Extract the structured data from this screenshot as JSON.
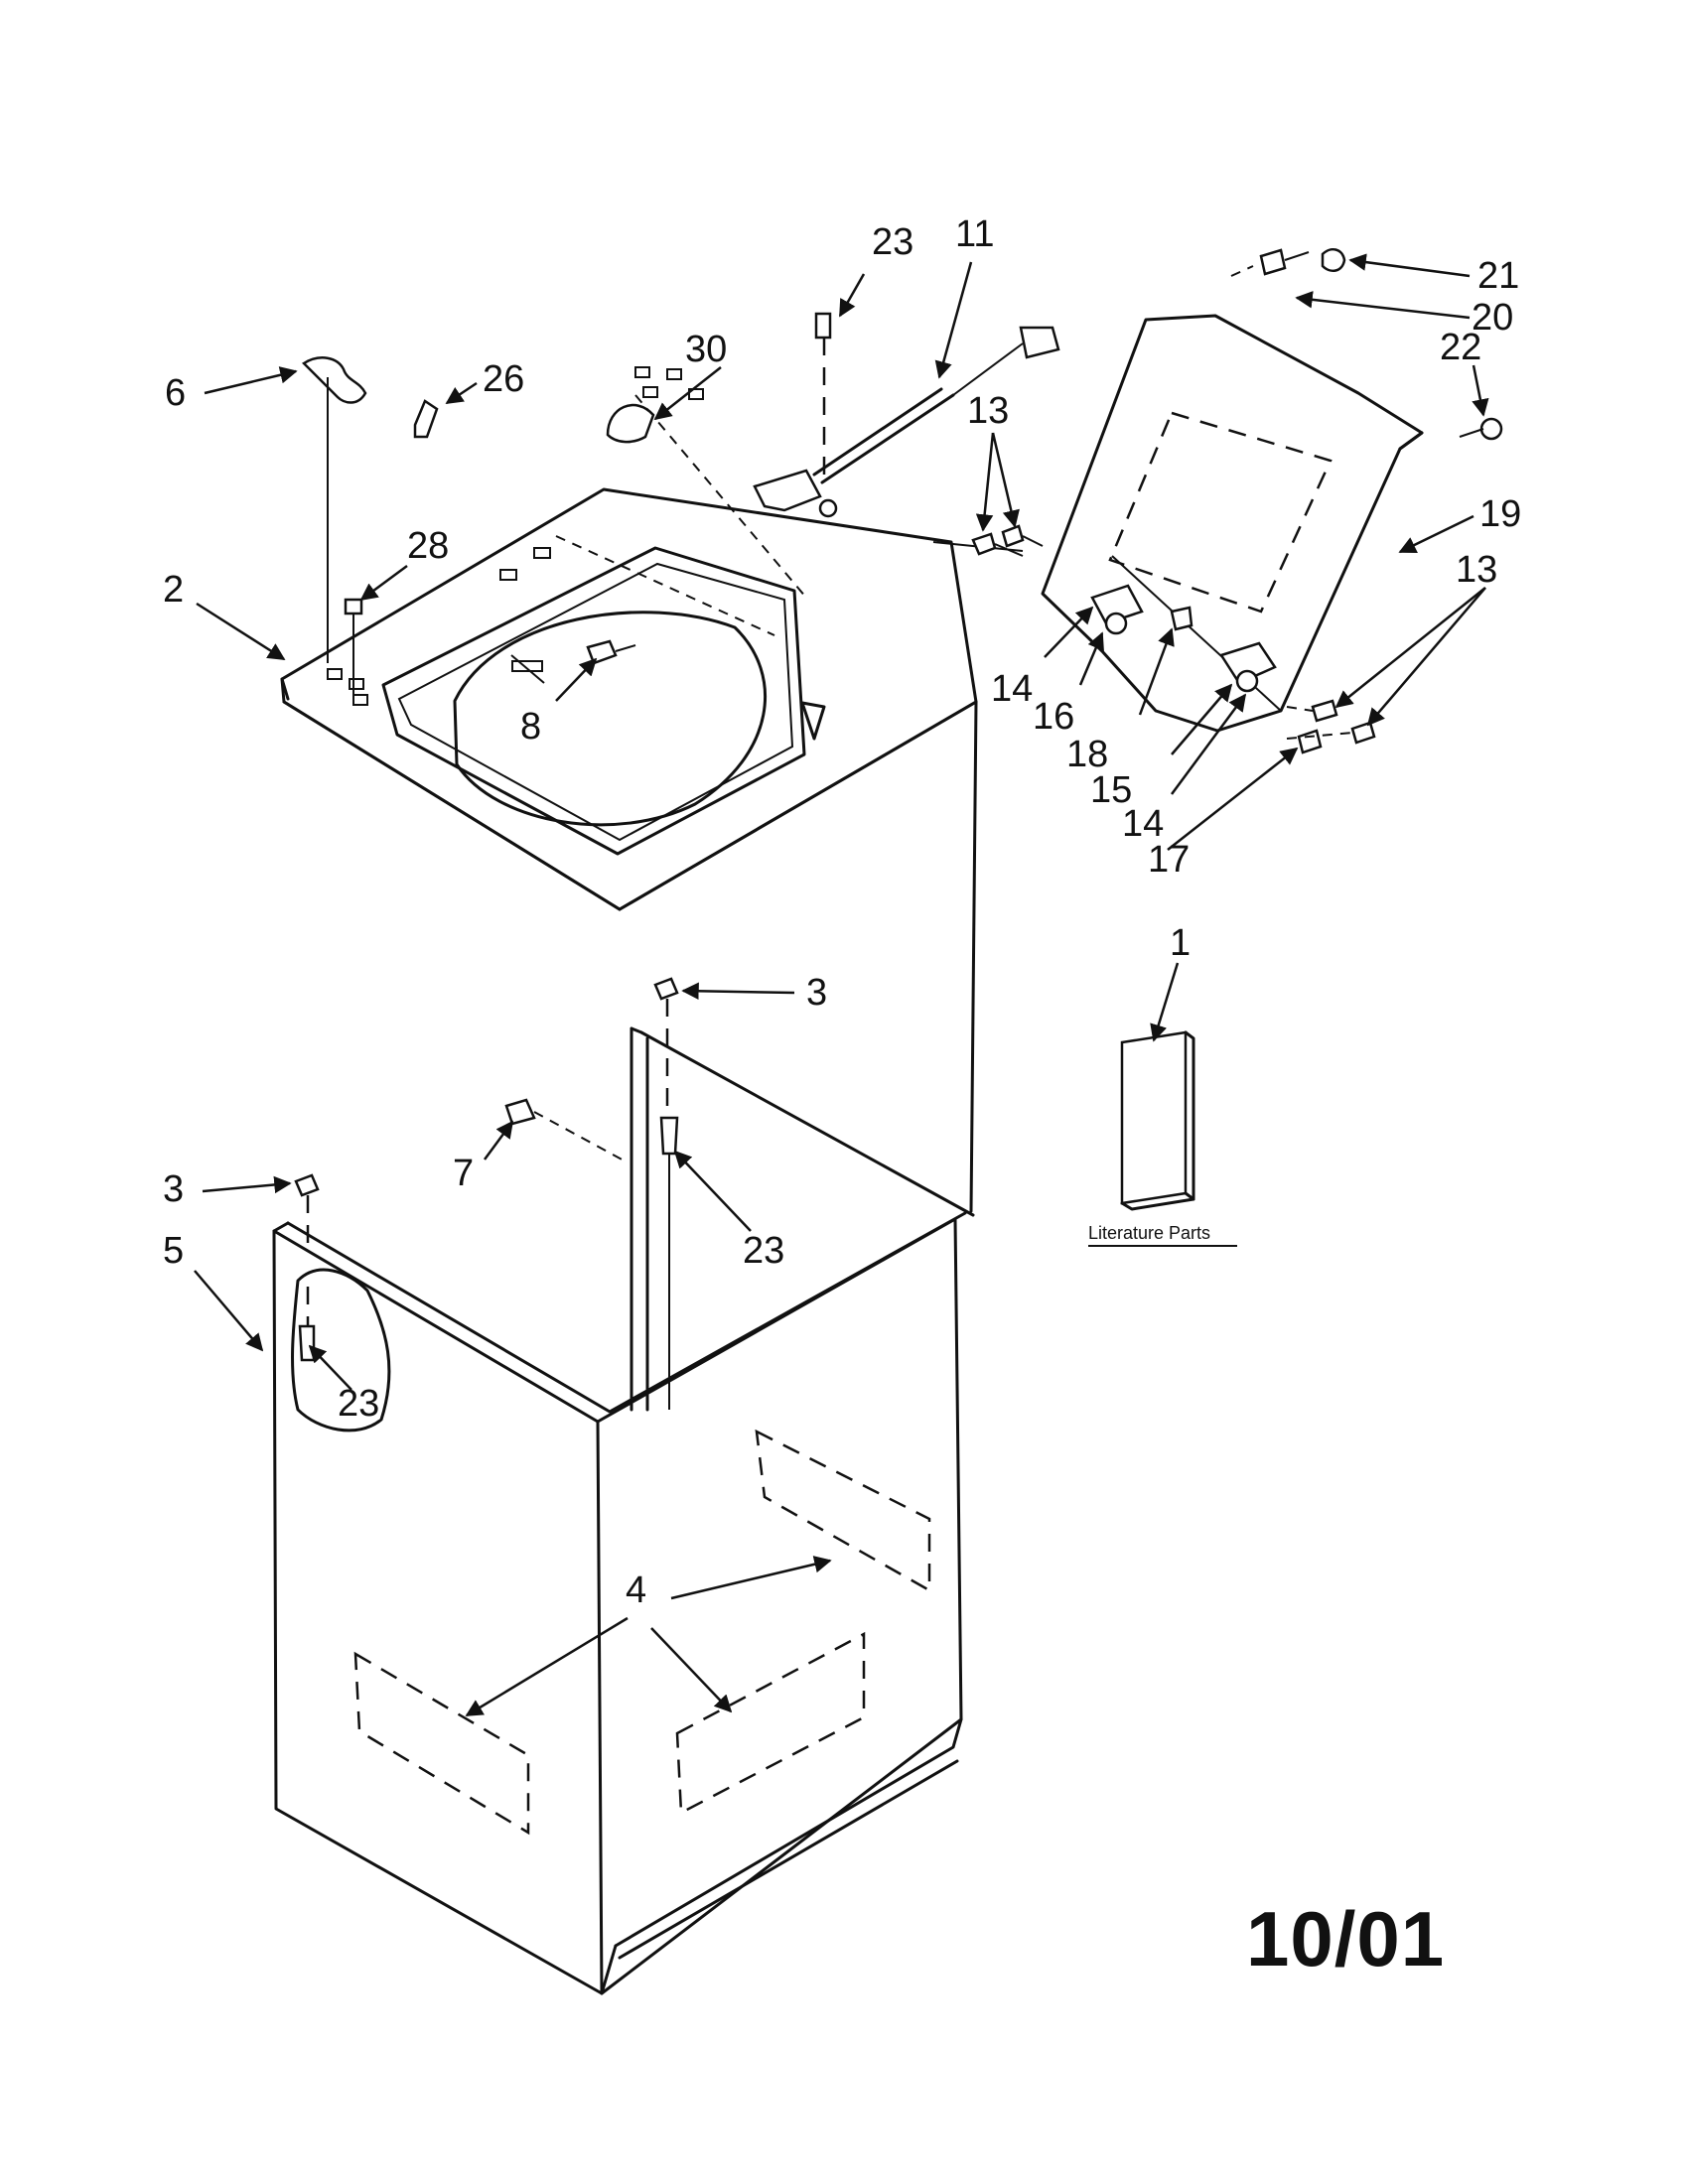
{
  "callouts": {
    "c1": "1",
    "c2": "2",
    "c3a": "3",
    "c3b": "3",
    "c4": "4",
    "c5": "5",
    "c6": "6",
    "c7": "7",
    "c8": "8",
    "c11": "11",
    "c13a": "13",
    "c13b": "13",
    "c14a": "14",
    "c14b": "14",
    "c15": "15",
    "c16": "16",
    "c17": "17",
    "c18": "18",
    "c19": "19",
    "c20": "20",
    "c21": "21",
    "c22": "22",
    "c23a": "23",
    "c23b": "23",
    "c23c": "23",
    "c26": "26",
    "c28": "28",
    "c30": "30"
  },
  "literature": {
    "label": "Literature Parts"
  },
  "footer": {
    "date": "10/01"
  }
}
